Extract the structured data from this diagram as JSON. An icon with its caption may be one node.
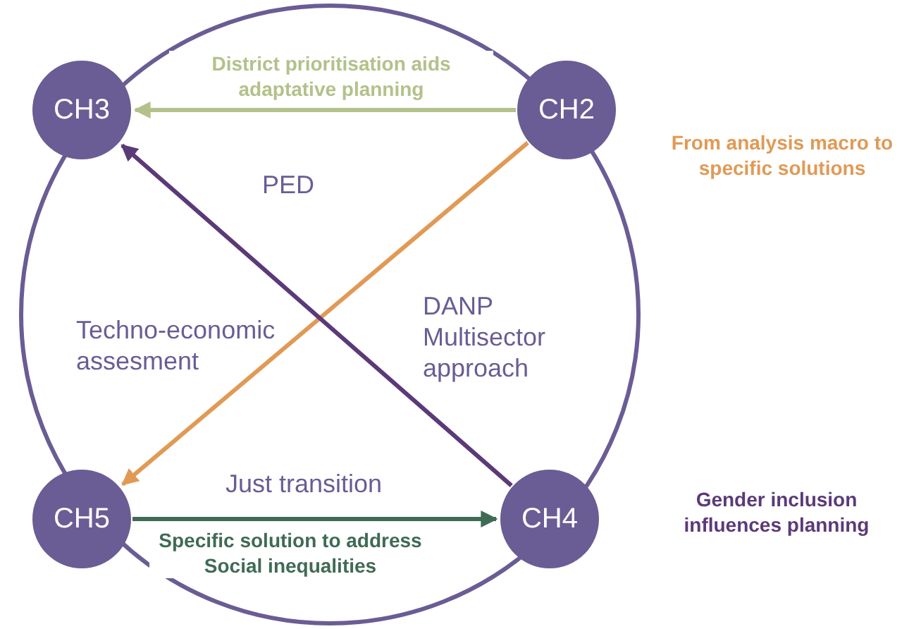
{
  "diagram": {
    "nodes": [
      {
        "text": [],
        "shape": "circle"
      },
      {
        "text": [
          "CH3"
        ],
        "in": 0
      },
      {
        "text": [
          "CH2"
        ],
        "in": 0
      },
      {
        "text": [
          "CH5"
        ],
        "in": 0
      },
      {
        "text": [
          "CH4"
        ],
        "in": 0
      }
    ],
    "edges": [
      {
        "from": 2,
        "to": 1,
        "arrow": "to",
        "label": "District prioritisation aids adaptative planning",
        "color": "#b3c18a"
      },
      {
        "from": 2,
        "to": 3,
        "arrow": "to",
        "color": "#e09a55"
      },
      {
        "from": 4,
        "to": 1,
        "arrow": "to",
        "color": "#5b3a78"
      },
      {
        "from": 3,
        "to": 4,
        "arrow": "to",
        "label": "Specific solution to address Social inequalities",
        "color": "#3f6b55"
      }
    ],
    "labels": [
      "From analysis macro to specific solutions",
      "PED",
      "Techno-economic assesment",
      "DANP Multisector approach",
      "Just transition",
      "Gender inclusion influences planning"
    ]
  }
}
